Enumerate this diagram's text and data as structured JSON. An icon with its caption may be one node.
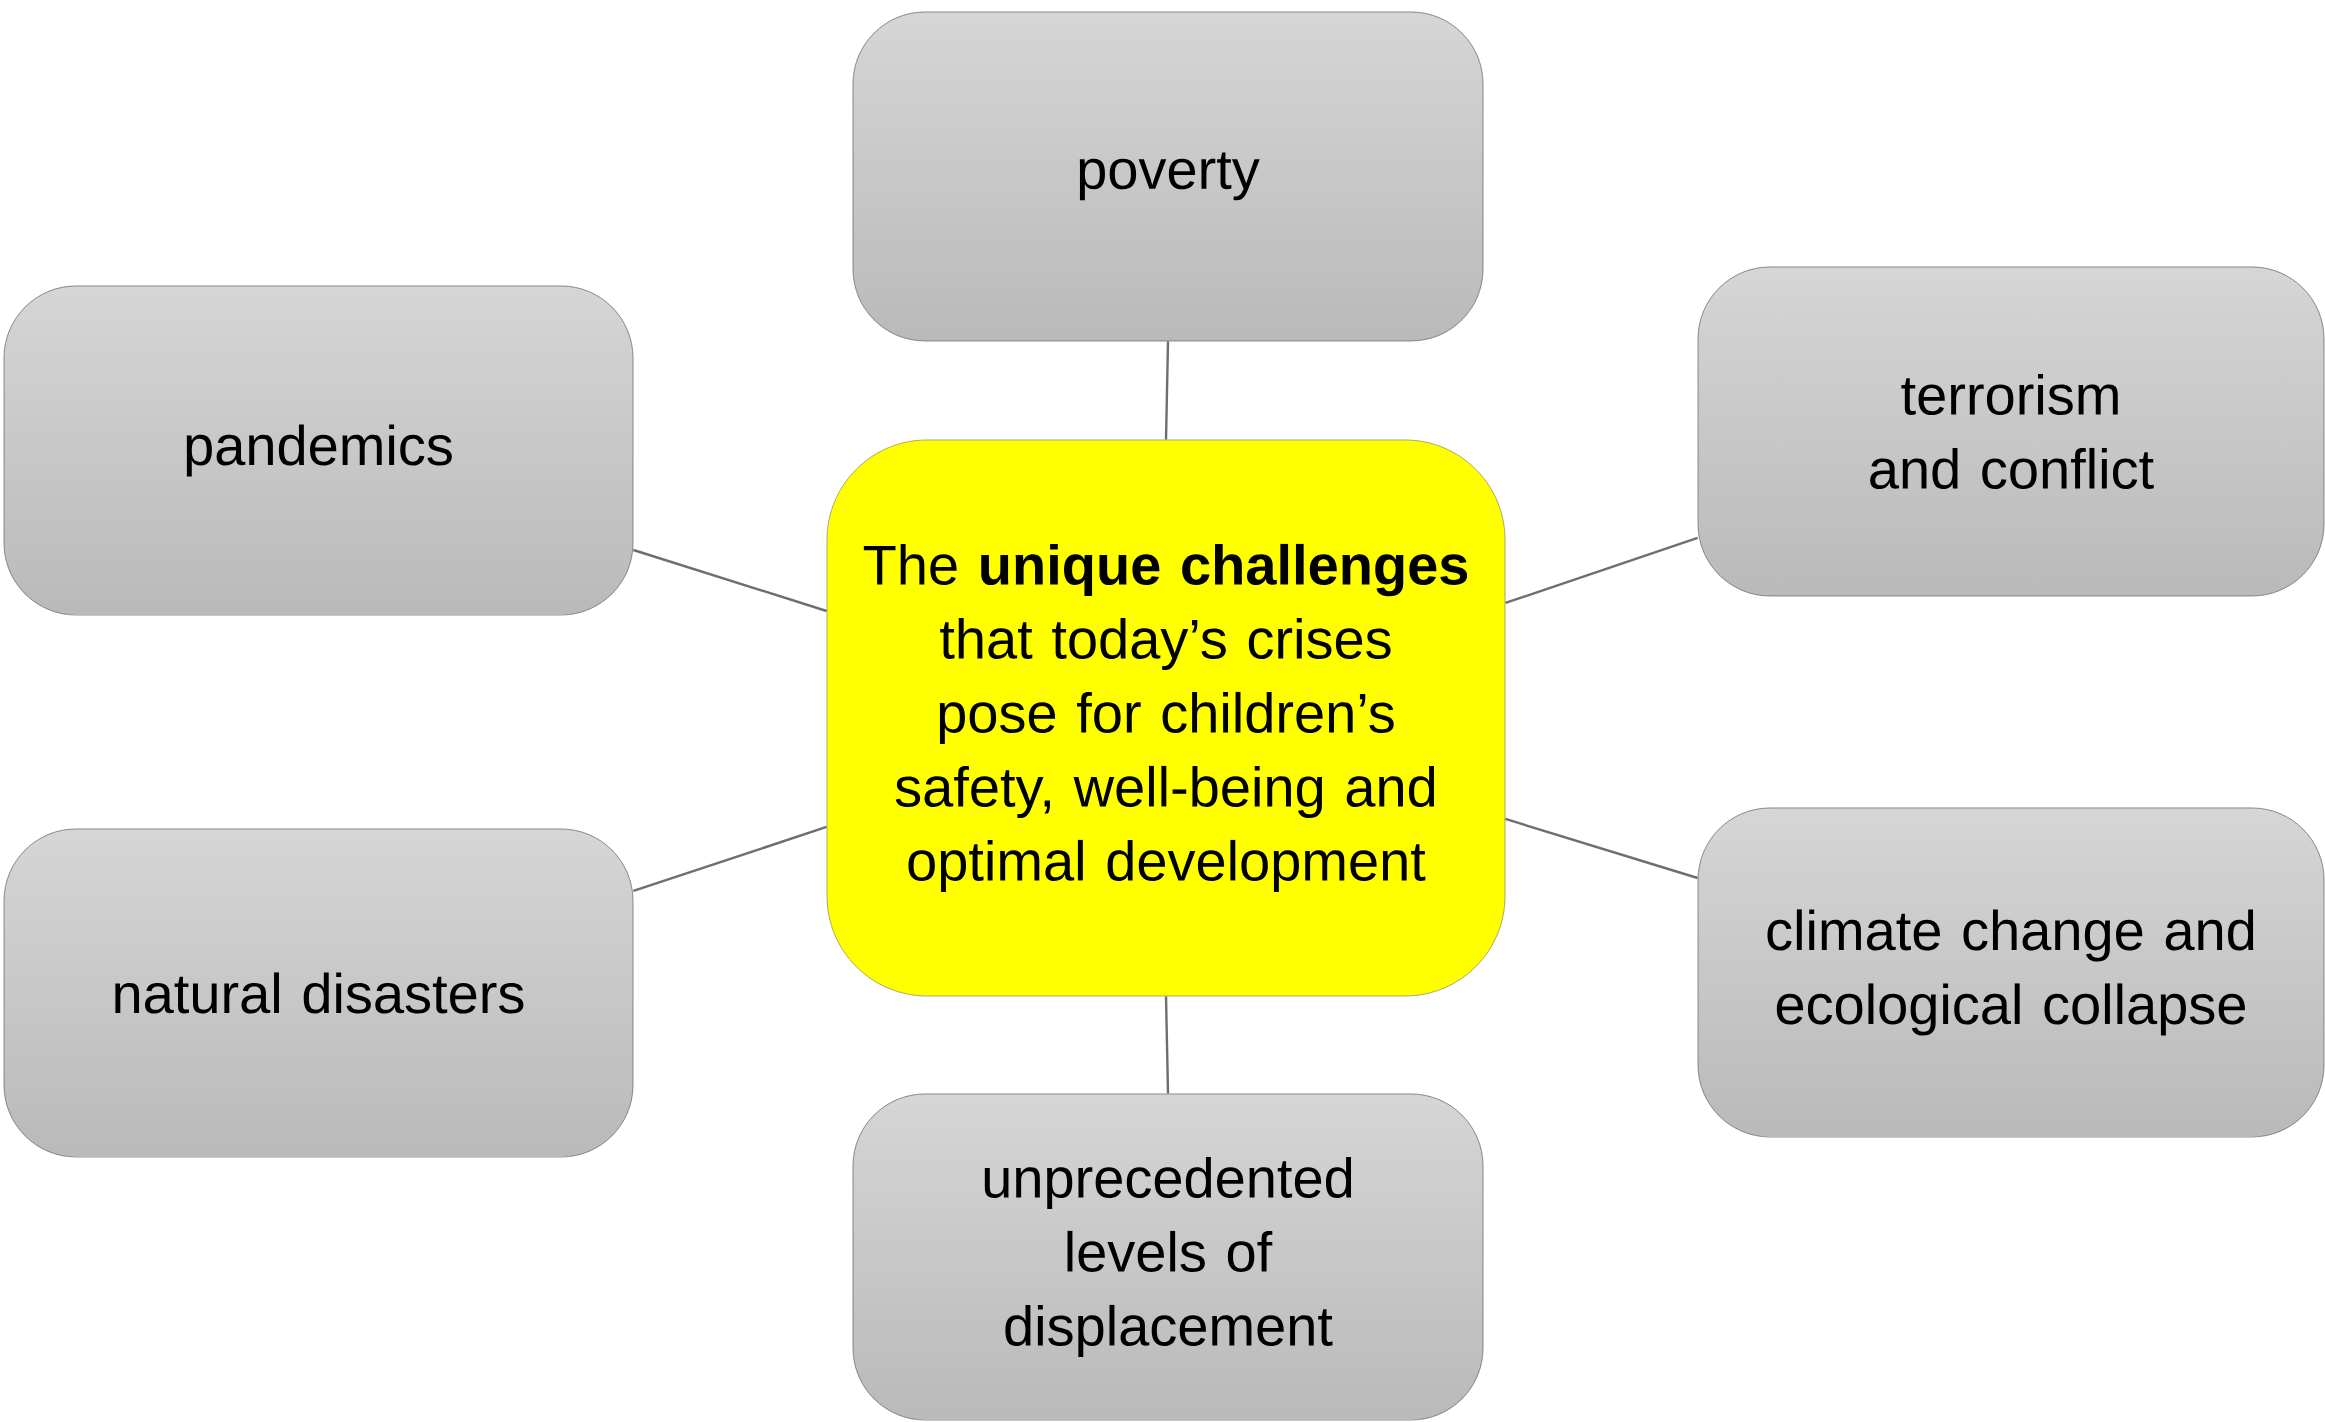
{
  "diagram": {
    "nodes": [
      {
        "text": [
          "The **unique challenges** that today’s crises pose for children’s safety, well-being and optimal development"
        ]
      },
      {
        "text": [
          "poverty"
        ]
      },
      {
        "text": [
          "pandemics"
        ]
      },
      {
        "text": [
          "terrorism and conflict"
        ]
      },
      {
        "text": [
          "natural disasters"
        ]
      },
      {
        "text": [
          "climate change and ecological collapse"
        ]
      },
      {
        "text": [
          "unprecedented levels of displacement"
        ]
      }
    ],
    "edges": [
      {
        "from": 0,
        "to": 1,
        "arrow": "none"
      },
      {
        "from": 0,
        "to": 2,
        "arrow": "none"
      },
      {
        "from": 0,
        "to": 3,
        "arrow": "none"
      },
      {
        "from": 0,
        "to": 4,
        "arrow": "none"
      },
      {
        "from": 0,
        "to": 5,
        "arrow": "none"
      },
      {
        "from": 0,
        "to": 6,
        "arrow": "none"
      }
    ]
  }
}
